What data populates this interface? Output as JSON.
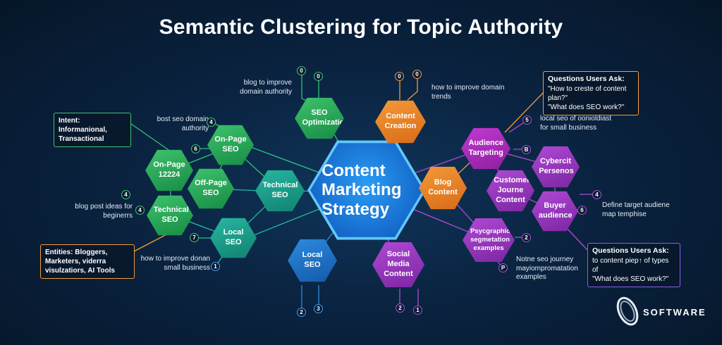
{
  "title": "Semantic Clustering for Topic Authority",
  "center": {
    "lines": [
      "Content",
      "Marketing",
      "Strategy"
    ]
  },
  "nodes": {
    "seo_optimization": "SEO Optimization",
    "content_creation": "Content Creation",
    "onpage_top": "On-Page SEO",
    "onpage_left": "On-Page 12224",
    "offpage": "Off-Page SEO",
    "technical_center": "Technical SEO",
    "technical_left": "Technical SEO",
    "local_left": "Local SEO",
    "local_bottom": "Local SEO",
    "social": "Social Media Content",
    "blog_content": "Blog Content",
    "audience": "Audience Targeting",
    "cyberpersonas": "Cybercit Persenos",
    "customer_journey": "Customer Journe Content",
    "buyer": "Buyer audience",
    "psychographic": "Psycgraphic segmetation examples"
  },
  "labels": {
    "blog_improve": "blog to improve\ndomain authority",
    "how_improve_trends": "how to improve domain\ntrends",
    "best_seo": "bost seo domain\nauthority",
    "blog_post_ideas": "blog post ideas for\nbeginerrs",
    "how_improve_business": "how to improve donan\nsmall business",
    "local_seo_checklist": "local seo of oonioldiast\nfor small business",
    "define_target": "Define target audiene\nmap temphise",
    "notne_seo": "Notne seo journey\nmayiompromatation\nexamples"
  },
  "boxes": {
    "intent": "Intent: Informanional, Transactional",
    "entities": "Entities: Bloggers, Marketers, viderra visulzatiors, AI Tools",
    "questions_top_title": "Questions Users Ask:",
    "questions_top_lines": [
      "\"How to creste of content plan?\"",
      "\"What does SEO work?\""
    ],
    "questions_bottom_title": "Questions Users Ask:",
    "questions_bottom_lines": [
      "to content piep↑ of types of",
      "\"What does SEO work?\""
    ]
  },
  "badges": {
    "seo_top_a": "0",
    "seo_top_b": "0",
    "creation_top_a": "0",
    "creation_top_b": "0",
    "best_seo": "4",
    "onpage_side": "6",
    "ideas_a": "4",
    "ideas_b": "4",
    "local_side": "7",
    "local_below": "1",
    "local_bottom_a": "2",
    "local_bottom_b": "3",
    "social_bottom_a": "2",
    "social_bottom_b": "1",
    "audience_a": "5",
    "audience_b": "B",
    "define_a": "4",
    "define_b": "6",
    "psych_a": "2",
    "psych_b": "P"
  },
  "logo": {
    "text": "SOFTWARE"
  },
  "colors": {
    "green": "#3ec46d",
    "teal": "#27b8a2",
    "blue": "#2d8ce0",
    "orange": "#f59a3a",
    "purple": "#b04ad6",
    "background": "#0a2340"
  }
}
